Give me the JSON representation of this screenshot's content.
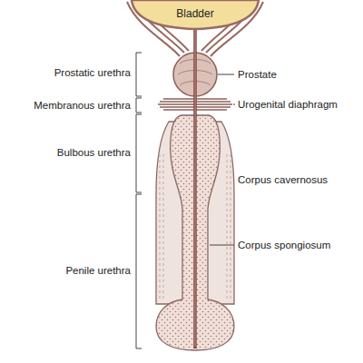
{
  "diagram": {
    "nodes": [
      {
        "text": [
          "Bladder"
        ]
      }
    ],
    "labels": [
      "Prostatic urethra",
      "Prostate",
      "Membranous urethra",
      "Urogenital diaphragm",
      "Bulbous urethra",
      "Corpus cavernosus",
      "Corpus spongiosum",
      "Penile urethra"
    ]
  }
}
